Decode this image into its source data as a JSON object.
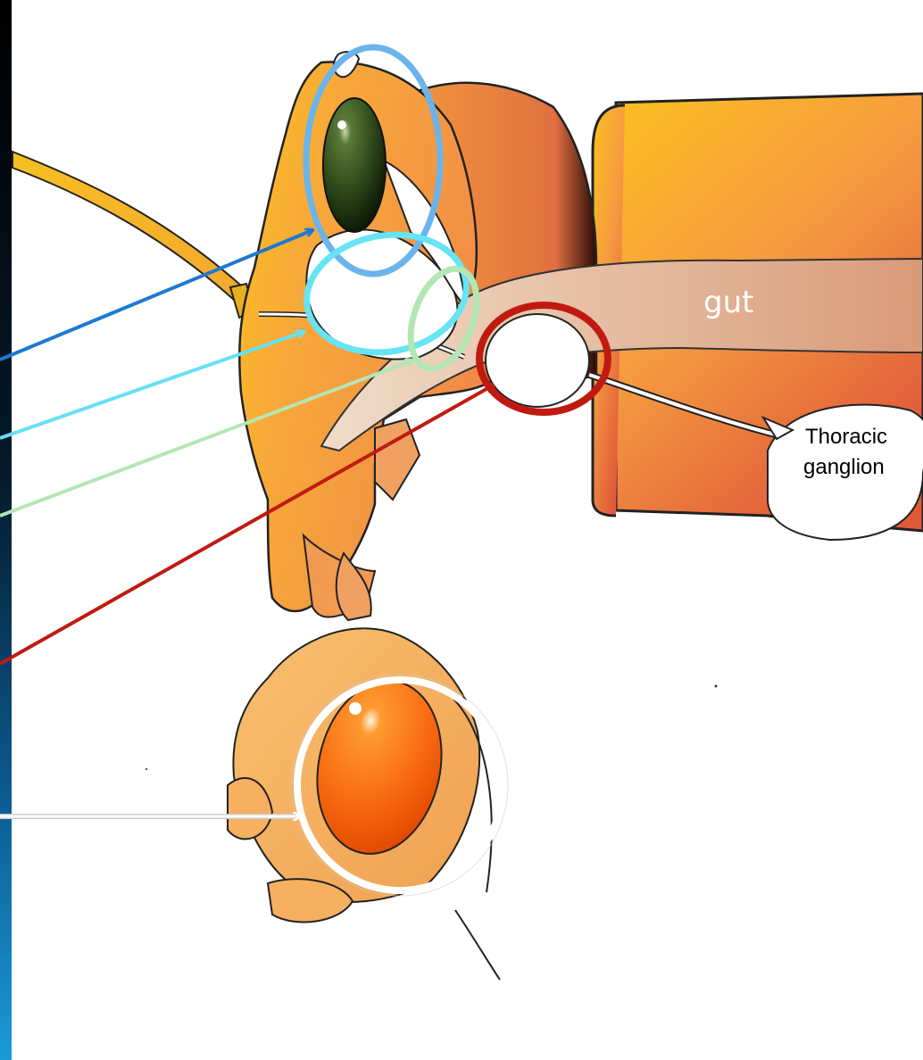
{
  "labels": {
    "gut": "gut",
    "thoracic_line1": "Thoracic",
    "thoracic_line2": "ganglion"
  },
  "colors": {
    "sidebar_top": "#000000",
    "sidebar_bottom": "#1a9ad8",
    "eye_highlight_circle": "#6ab4ec",
    "optic_lobe_circle": "#66e4f4",
    "nerve_circle": "#b4e6b4",
    "ganglion_circle": "#c01a10",
    "fly_eye_circle": "#ffffff",
    "body_orange": "#f49a3c",
    "body_yellow": "#fcc020",
    "gut_color": "#e8c8b0",
    "compound_eye": "#2a4a18",
    "fly_eye": "#f36a10"
  },
  "icons": [
    "arrow-blue",
    "arrow-cyan",
    "arrow-green",
    "arrow-red",
    "arrow-white"
  ]
}
